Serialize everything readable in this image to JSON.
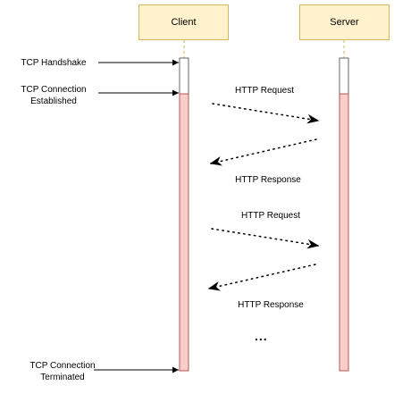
{
  "participants": {
    "client": "Client",
    "server": "Server"
  },
  "side_labels": {
    "handshake": "TCP Handshake",
    "established_line1": "TCP Connection",
    "established_line2": "Established",
    "terminated_line1": "TCP Connection",
    "terminated_line2": "Terminated"
  },
  "messages": [
    {
      "label": "HTTP Request",
      "direction": "client-to-server"
    },
    {
      "label": "HTTP Response",
      "direction": "server-to-client"
    },
    {
      "label": "HTTP Request",
      "direction": "client-to-server"
    },
    {
      "label": "HTTP Response",
      "direction": "server-to-client"
    }
  ],
  "continuation": "...",
  "colors": {
    "participant_fill": "#fff2cc",
    "participant_stroke": "#d6b656",
    "active_fill": "#f8cecc",
    "active_stroke": "#b85450",
    "handshake_fill": "#ffffff"
  }
}
